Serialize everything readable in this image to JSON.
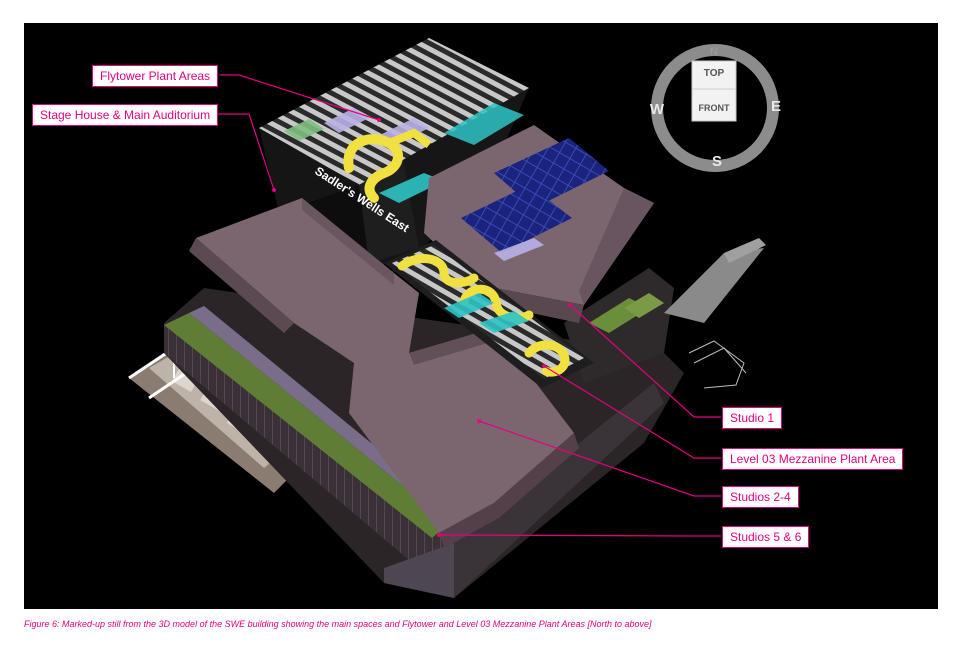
{
  "labels": {
    "flytower": "Flytower Plant Areas",
    "stage_house": "Stage House & Main Auditorium",
    "studio1": "Studio 1",
    "mezzanine": "Level 03 Mezzanine Plant Area",
    "studios24": "Studios 2-4",
    "studios56": "Studios 5 & 6"
  },
  "building_sign": "Sadler's Wells East",
  "navcube": {
    "top": "TOP",
    "front": "FRONT",
    "west": "W",
    "east": "E",
    "south": "S",
    "north": "N"
  },
  "caption": "Figure 6:  Marked-up still from the 3D model of the SWE building showing the main spaces and Flytower and Level 03 Mezzanine Plant Areas [North to above]",
  "colors": {
    "accent": "#e6007e",
    "background": "#000000",
    "roof": "#7b6670",
    "solar": "#1a237e",
    "green_roof": "#6b8e3a",
    "duct_yellow": "#f0e040",
    "duct_cyan": "#2ec4c4",
    "duct_lavender": "#b9b0e6"
  }
}
